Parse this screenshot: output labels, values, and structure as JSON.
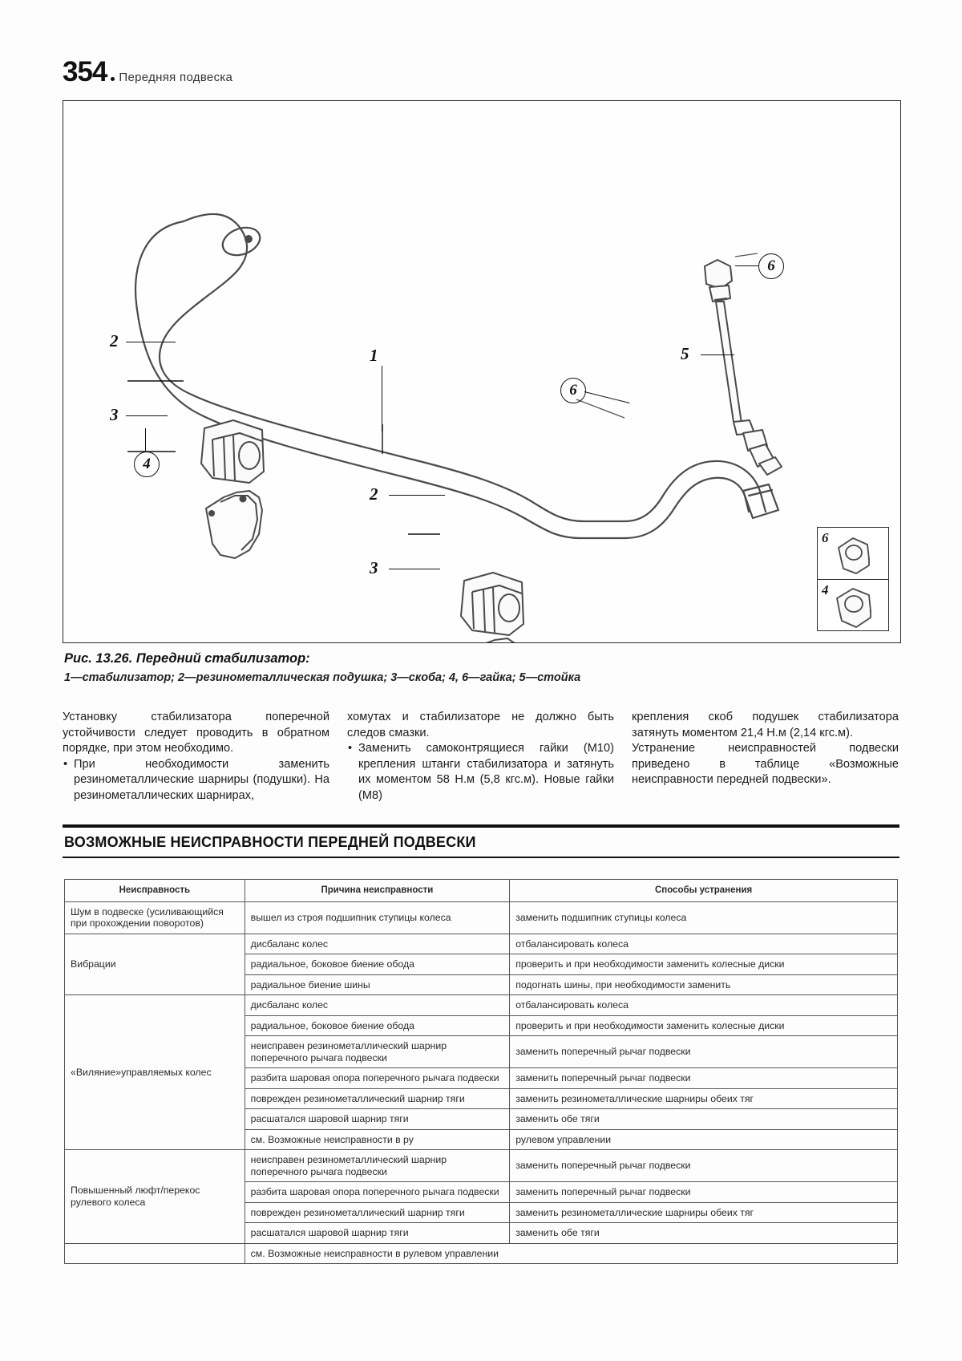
{
  "header": {
    "page_number": "354",
    "title": "Передняя подвеска"
  },
  "figure": {
    "callouts": [
      {
        "id": "c1",
        "label": "1"
      },
      {
        "id": "c2a",
        "label": "2"
      },
      {
        "id": "c3a",
        "label": "3"
      },
      {
        "id": "c4a",
        "label": "4"
      },
      {
        "id": "c2b",
        "label": "2"
      },
      {
        "id": "c3b",
        "label": "3"
      },
      {
        "id": "c5",
        "label": "5"
      },
      {
        "id": "c6a",
        "label": "6"
      },
      {
        "id": "c6b",
        "label": "6"
      }
    ],
    "inset": {
      "top_label": "6",
      "bottom_label": "4"
    },
    "caption_title": "Рис. 13.26. Передний стабилизатор:",
    "caption_legend": "1—стабилизатор; 2—резинометаллическая подушка; 3—скоба; 4, 6—гайка; 5—стойка"
  },
  "body": {
    "column1": {
      "intro": "Установку стабилизатора поперечной устойчивости следует проводить в обратном порядке, при этом необходимо.",
      "bullet1": "При необходимости заменить резинометаллические шарниры (подушки). На резинометаллических шарнирах,"
    },
    "column2": {
      "continuation": "хомутах и стабилизаторе не должно быть следов смазки.",
      "bullet1": "Заменить самоконтрящиеся гайки (М10) крепления штанги стабилизатора и затянуть их моментом 58 Н.м (5,8 кгс.м). Новые гайки (М8)"
    },
    "column3": {
      "continuation": "крепления скоб подушек стабилизатора затянуть моментом 21,4 Н.м (2,14 кгс.м).",
      "paragraph": "Устранение неисправностей подвески приведено в таблице «Возможные неисправности передней подвески»."
    }
  },
  "section": {
    "heading": "ВОЗМОЖНЫЕ НЕИСПРАВНОСТИ ПЕРЕДНЕЙ ПОДВЕСКИ"
  },
  "table": {
    "headers": {
      "fault": "Неисправность",
      "cause": "Причина неисправности",
      "remedy": "Способы устранения"
    },
    "rows": [
      {
        "fault": "Шум в подвеске (усиливающийся при прохождении поворотов)",
        "rowspan": 1,
        "cause": "вышел из строя подшипник ступицы колеса",
        "remedy": "заменить подшипник ступицы колеса"
      },
      {
        "fault": "Вибрации",
        "rowspan": 3,
        "cause": "дисбаланс колес",
        "remedy": "отбалансировать колеса"
      },
      {
        "cause": "радиальное, боковое биение обода",
        "remedy": "проверить и при необходимости заменить колесные диски"
      },
      {
        "cause": "радиальное биение шины",
        "remedy": "подогнать шины, при необходимости заменить"
      },
      {
        "fault": "«Виляние»управляемых колес",
        "rowspan": 7,
        "cause": "дисбаланс колес",
        "remedy": "отбалансировать колеса"
      },
      {
        "cause": "радиальное, боковое биение обода",
        "remedy": "проверить и при необходимости заменить колесные диски"
      },
      {
        "cause": "неисправен резинометаллический шарнир поперечного рычага подвески",
        "remedy": "заменить поперечный рычаг подвески"
      },
      {
        "cause": "разбита шаровая опора поперечного рычага подвески",
        "remedy": "заменить поперечный рычаг подвески"
      },
      {
        "cause": "поврежден резинометаллический шарнир тяги",
        "remedy": "заменить резинометаллические шарниры обеих тяг"
      },
      {
        "cause": "расшатался шаровой шарнир тяги",
        "remedy": "заменить обе тяги"
      },
      {
        "cause": "см. Возможные неисправности в ру",
        "remedy": "рулевом управлении"
      },
      {
        "fault": "Повышенный люфт/перекос рулевого колеса",
        "rowspan": 4,
        "cause": "неисправен резинометаллический шарнир поперечного рычага подвески",
        "remedy": "заменить поперечный рычаг подвески"
      },
      {
        "cause": "разбита шаровая опора поперечного рычага подвески",
        "remedy": "заменить поперечный рычаг подвески"
      },
      {
        "cause": "поврежден резинометаллический шарнир тяги",
        "remedy": "заменить резинометаллические шарниры обеих тяг"
      },
      {
        "cause": "расшатался шаровой шарнир тяги",
        "remedy": "заменить обе тяги"
      }
    ],
    "final_row": "см. Возможные неисправности в рулевом управлении"
  }
}
